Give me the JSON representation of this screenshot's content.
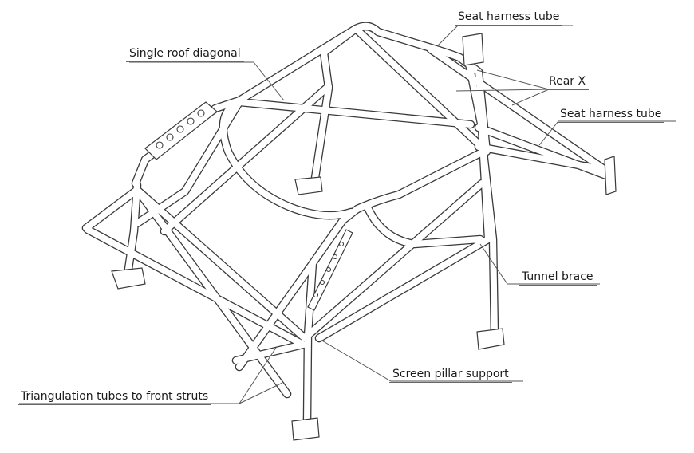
{
  "labels": {
    "seat_harness_top": "Seat harness tube",
    "single_roof_diagonal": "Single roof diagonal",
    "rear_x": "Rear X",
    "seat_harness_right": "Seat harness tube",
    "tunnel_brace": "Tunnel brace",
    "screen_pillar_support": "Screen pillar support",
    "triangulation_tubes": "Triangulation tubes to front struts"
  }
}
